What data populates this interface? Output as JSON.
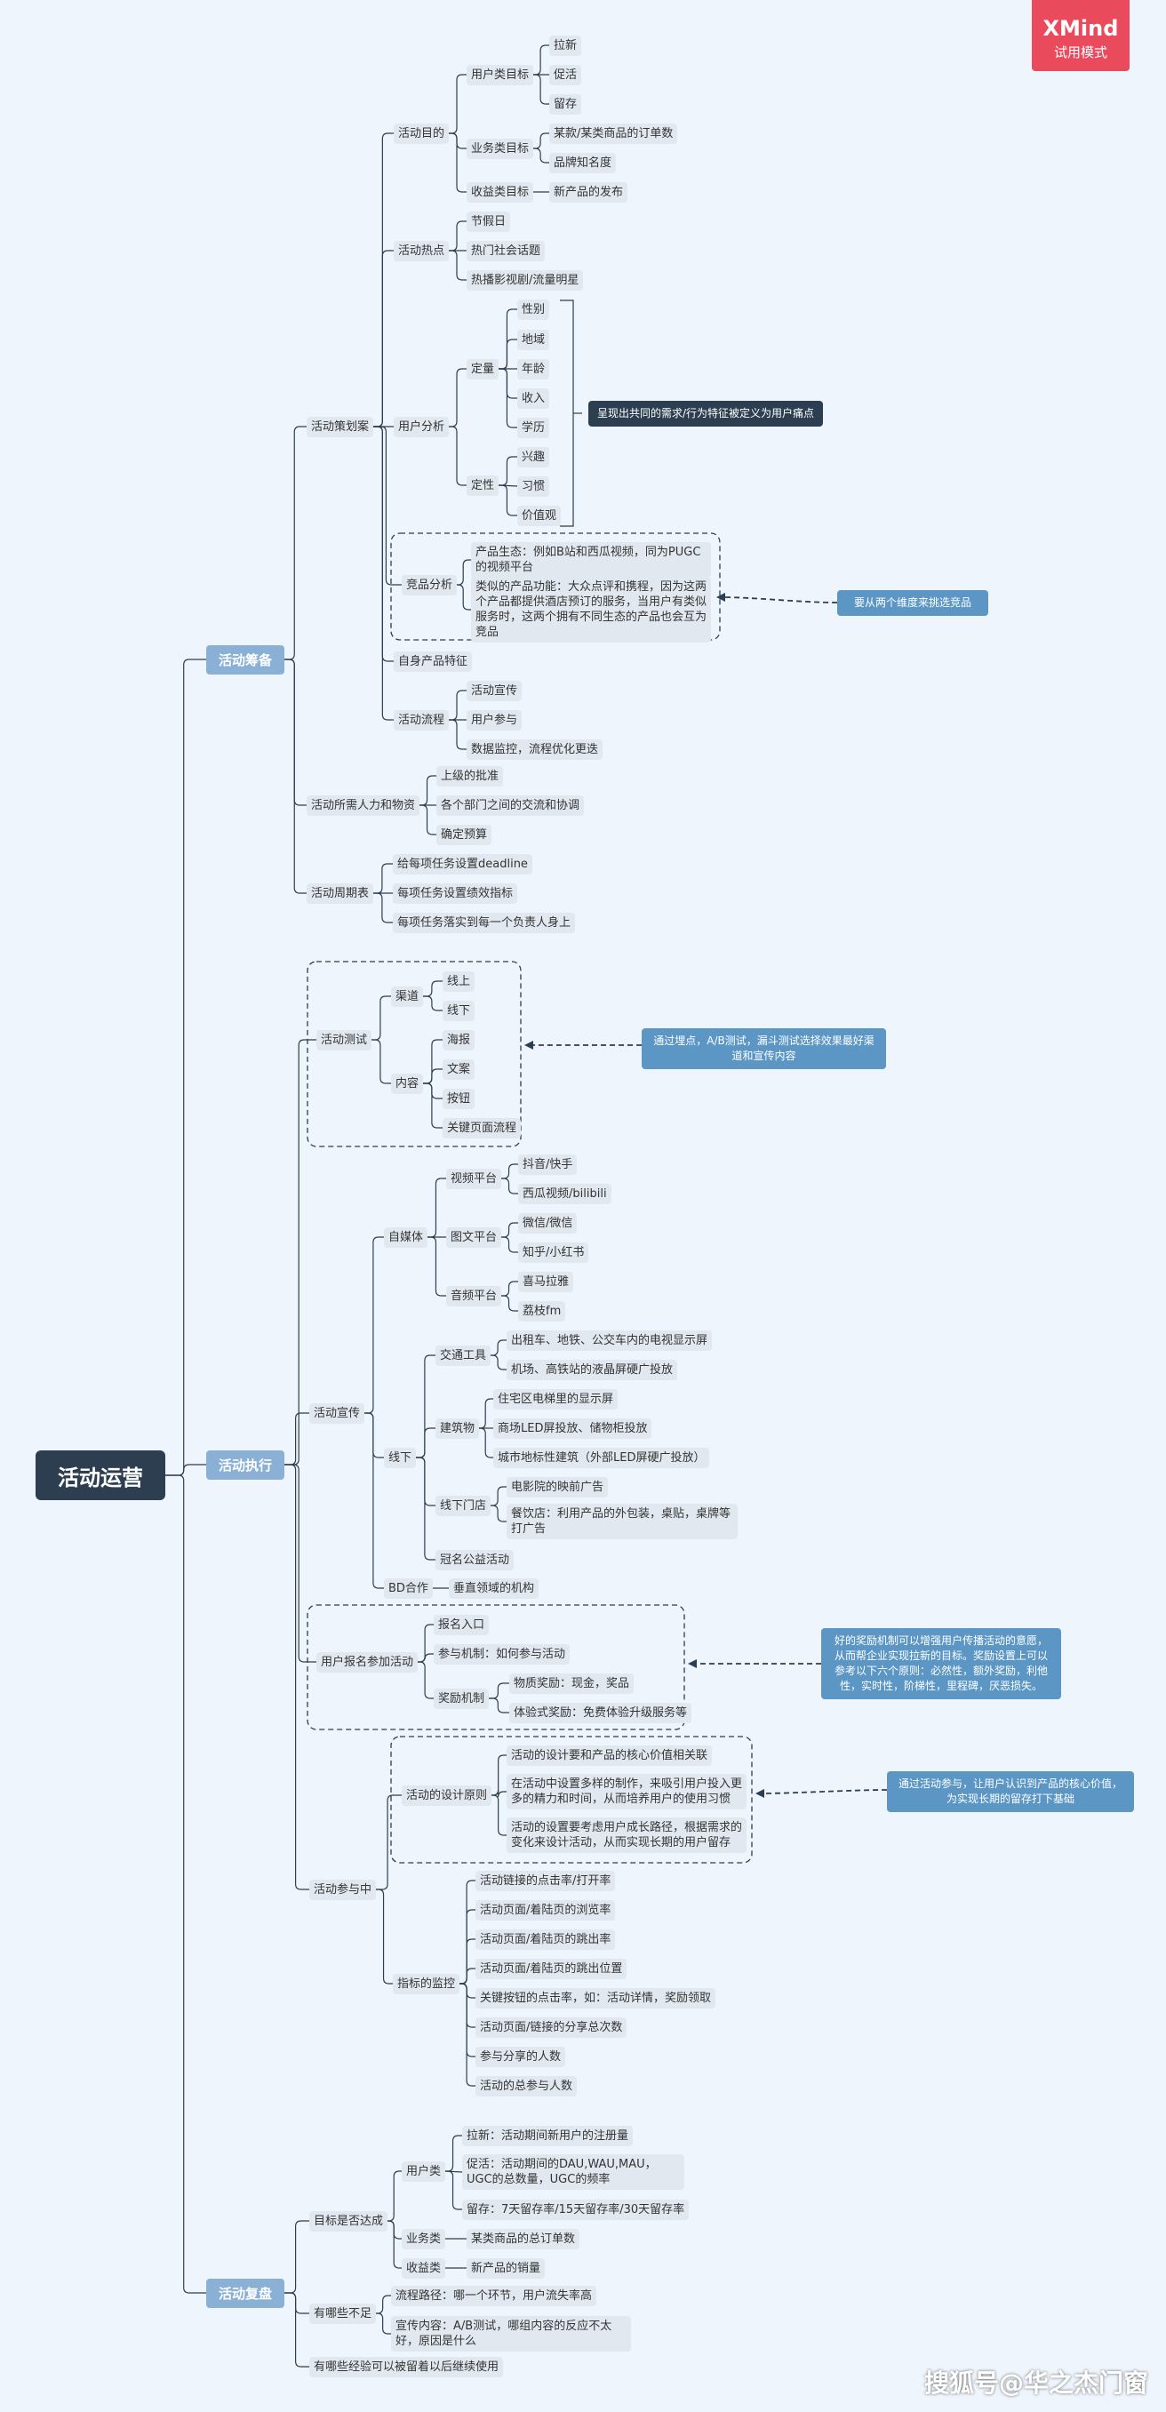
{
  "root": "活动运营",
  "logo": {
    "brand": "XMind",
    "mode": "试用模式"
  },
  "watermark": "搜狐号@华之杰门窗",
  "nodes": {
    "prep": "活动筹备",
    "exec": "活动执行",
    "review": "活动复盘",
    "plan": "活动策划案",
    "purpose": "活动目的",
    "userGoal": "用户类目标",
    "lx": "拉新",
    "cj": "促活",
    "lc": "留存",
    "bizGoal": "业务类目标",
    "orders": "某款/某类商品的订单数",
    "brand": "品牌知名度",
    "revGoal": "收益类目标",
    "newProd": "新产品的发布",
    "hot": "活动热点",
    "holiday": "节假日",
    "social": "热门社会话题",
    "stars": "热播影视剧/流量明星",
    "userAnalysis": "用户分析",
    "quant": "定量",
    "gender": "性别",
    "region": "地域",
    "age": "年龄",
    "income": "收入",
    "edu": "学历",
    "qual": "定性",
    "interest": "兴趣",
    "habit": "习惯",
    "values": "价值观",
    "comp": "竞品分析",
    "comp1": "产品生态：例如B站和西瓜视频，同为PUGC的视频平台",
    "comp2": "类似的产品功能：大众点评和携程，因为这两个产品都提供酒店预订的服务，当用户有类似服务时，这两个拥有不同生态的产品也会互为竞品",
    "selfFeat": "自身产品特征",
    "flow": "活动流程",
    "flowPromo": "活动宣传",
    "flowJoin": "用户参与",
    "flowData": "数据监控，流程优化更迭",
    "resources": "活动所需人力和物资",
    "approval": "上级的批准",
    "comm": "各个部门之间的交流和协调",
    "budget": "确定预算",
    "cycle": "活动周期表",
    "ddl": "给每项任务设置deadline",
    "kpi": "每项任务设置绩效指标",
    "owner": "每项任务落实到每一个负责人身上",
    "test": "活动测试",
    "channel": "渠道",
    "online": "线上",
    "offline": "线下",
    "content": "内容",
    "poster": "海报",
    "copy": "文案",
    "button": "按钮",
    "keypage": "关键页面流程",
    "promo": "活动宣传",
    "selfMedia": "自媒体",
    "video": "视频平台",
    "douyin": "抖音/快手",
    "xigua": "西瓜视频/bilibili",
    "imgText": "图文平台",
    "weibo": "微信/微信",
    "zhihu": "知乎/小红书",
    "audio": "音频平台",
    "ximalaya": "喜马拉雅",
    "lizhi": "荔枝fm",
    "offlineP": "线下",
    "traffic": "交通工具",
    "taxi": "出租车、地铁、公交车内的电视显示屏",
    "airport": "机场、高铁站的液晶屏硬广投放",
    "building": "建筑物",
    "elevator": "住宅区电梯里的显示屏",
    "mall": "商场LED屏投放、储物柜投放",
    "landmark": "城市地标性建筑（外部LED屏硬广投放）",
    "store": "线下门店",
    "cinema": "电影院的映前广告",
    "restaurant": "餐饮店：利用产品的外包装，桌贴，桌牌等打广告",
    "charity": "冠名公益活动",
    "bd": "BD合作",
    "vertical": "垂直领域的机构",
    "signup": "用户报名参加活动",
    "entry": "报名入口",
    "mechanism": "参与机制：如何参与活动",
    "reward": "奖励机制",
    "physical": "物质奖励：现金，奖品",
    "experience": "体验式奖励：免费体验升级服务等",
    "participate": "活动参与中",
    "design": "活动的设计原则",
    "d1": "活动的设计要和产品的核心价值相关联",
    "d2": "在活动中设置多样的制作，来吸引用户投入更多的精力和时间，从而培养用户的使用习惯",
    "d3": "活动的设置要考虑用户成长路径，根据需求的变化来设计活动，从而实现长期的用户留存",
    "monitor": "指标的监控",
    "m1": "活动链接的点击率/打开率",
    "m2": "活动页面/着陆页的浏览率",
    "m3": "活动页面/着陆页的跳出率",
    "m4": "活动页面/着陆页的跳出位置",
    "m5": "关键按钮的点击率，如：活动详情，奖励领取",
    "m6": "活动页面/链接的分享总次数",
    "m7": "参与分享的人数",
    "m8": "活动的总参与人数",
    "goalMet": "目标是否达成",
    "userType": "用户类",
    "r1": "拉新：活动期间新用户的注册量",
    "r2": "促活：活动期间的DAU,WAU,MAU，UGC的总数量，UGC的频率",
    "r3": "留存：7天留存率/15天留存率/30天留存率",
    "bizType": "业务类",
    "r4": "某类商品的总订单数",
    "revType": "收益类",
    "r5": "新产品的销量",
    "shortcomings": "有哪些不足",
    "s1": "流程路径：哪一个环节，用户流失率高",
    "s2": "宣传内容：A/B测试，哪组内容的反应不太好，原因是什么",
    "lessons": "有哪些经验可以被留着以后继续使用"
  },
  "callouts": {
    "userPain": "呈现出共同的需求/行为特征被定义为用户痛点",
    "compDims": "要从两个维度来挑选竞品",
    "abTest": "通过埋点，A/B测试，漏斗测试选择效果最好渠道和宣传内容",
    "rewardNote": "好的奖励机制可以增强用户传播活动的意愿，从而帮企业实现拉新的目标。奖励设置上可以参考以下六个原则：必然性，额外奖励，利他性，实时性，阶梯性，里程碑，厌恶损失。",
    "valueNote": "通过活动参与，让用户认识到产品的核心价值，为实现长期的留存打下基础"
  },
  "colors": {
    "root": "#2c3e50",
    "main": "#8ab0d6",
    "node": "#e2e8ef",
    "line": "#2c3e50",
    "callout": "#5b96c5",
    "logo": "#ea4b5c"
  }
}
